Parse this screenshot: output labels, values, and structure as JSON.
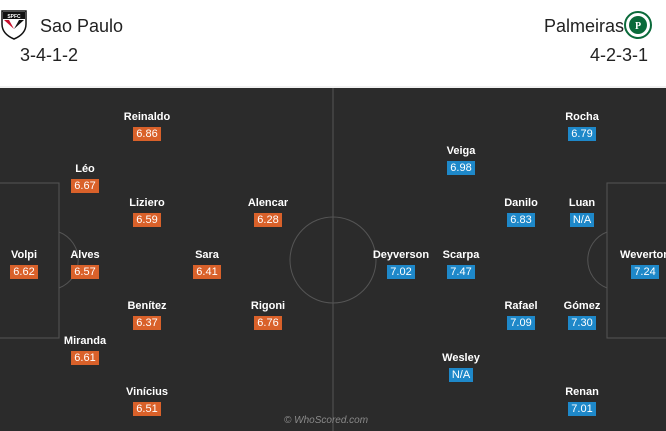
{
  "home": {
    "name": "Sao Paulo",
    "formation": "3-4-1-2",
    "crest_icon": "sao-paulo-crest",
    "color": "#d9612a",
    "players": [
      {
        "name": "Volpi",
        "rating": "6.62"
      },
      {
        "name": "Alves",
        "rating": "6.57"
      },
      {
        "name": "Léo",
        "rating": "6.67"
      },
      {
        "name": "Miranda",
        "rating": "6.61"
      },
      {
        "name": "Reinaldo",
        "rating": "6.86"
      },
      {
        "name": "Liziero",
        "rating": "6.59"
      },
      {
        "name": "Benítez",
        "rating": "6.37"
      },
      {
        "name": "Vinícius",
        "rating": "6.51"
      },
      {
        "name": "Sara",
        "rating": "6.41"
      },
      {
        "name": "Alencar",
        "rating": "6.28"
      },
      {
        "name": "Rigoni",
        "rating": "6.76"
      }
    ]
  },
  "away": {
    "name": "Palmeiras",
    "formation": "4-2-3-1",
    "crest_icon": "palmeiras-crest",
    "color": "#1e88c9",
    "players": [
      {
        "name": "Weverton",
        "rating": "7.24"
      },
      {
        "name": "Rocha",
        "rating": "6.79"
      },
      {
        "name": "Luan",
        "rating": "N/A"
      },
      {
        "name": "Gómez",
        "rating": "7.30"
      },
      {
        "name": "Renan",
        "rating": "7.01"
      },
      {
        "name": "Danilo",
        "rating": "6.83"
      },
      {
        "name": "Rafael",
        "rating": "7.09"
      },
      {
        "name": "Veiga",
        "rating": "6.98"
      },
      {
        "name": "Scarpa",
        "rating": "7.47"
      },
      {
        "name": "Wesley",
        "rating": "N/A"
      },
      {
        "name": "Deyverson",
        "rating": "7.02"
      }
    ]
  },
  "watermark": "© WhoScored.com"
}
